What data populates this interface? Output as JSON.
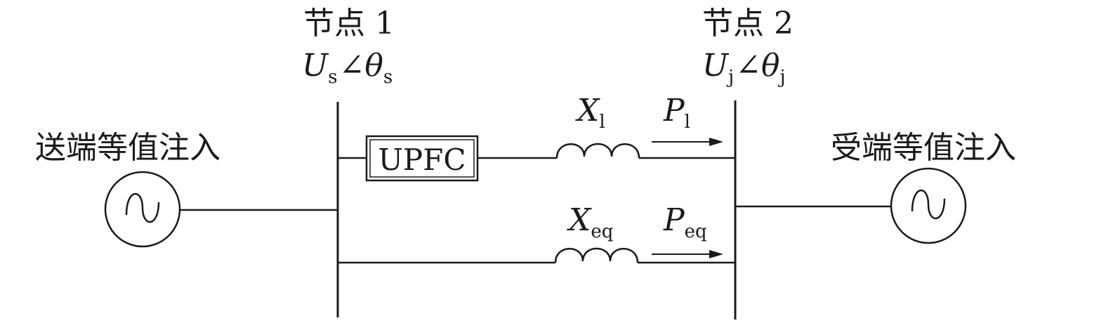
{
  "node1": {
    "title": "节点 1",
    "voltage_symbol": "U",
    "voltage_sub": "s",
    "angle_sign": "∠",
    "angle_symbol": "θ",
    "angle_sub": "s"
  },
  "node2": {
    "title": "节点 2",
    "voltage_symbol": "U",
    "voltage_sub": "j",
    "angle_sign": "∠",
    "angle_symbol": "θ",
    "angle_sub": "j"
  },
  "sending_source": {
    "label": "送端等值注入",
    "symbol": "~"
  },
  "receiving_source": {
    "label": "受端等值注入",
    "symbol": "~"
  },
  "upfc": {
    "label": "UPFC"
  },
  "line1": {
    "reactance_symbol": "X",
    "reactance_sub": "l",
    "power_symbol": "P",
    "power_sub": "l"
  },
  "line_eq": {
    "reactance_symbol": "X",
    "reactance_sub": "eq",
    "power_symbol": "P",
    "power_sub": "eq"
  }
}
